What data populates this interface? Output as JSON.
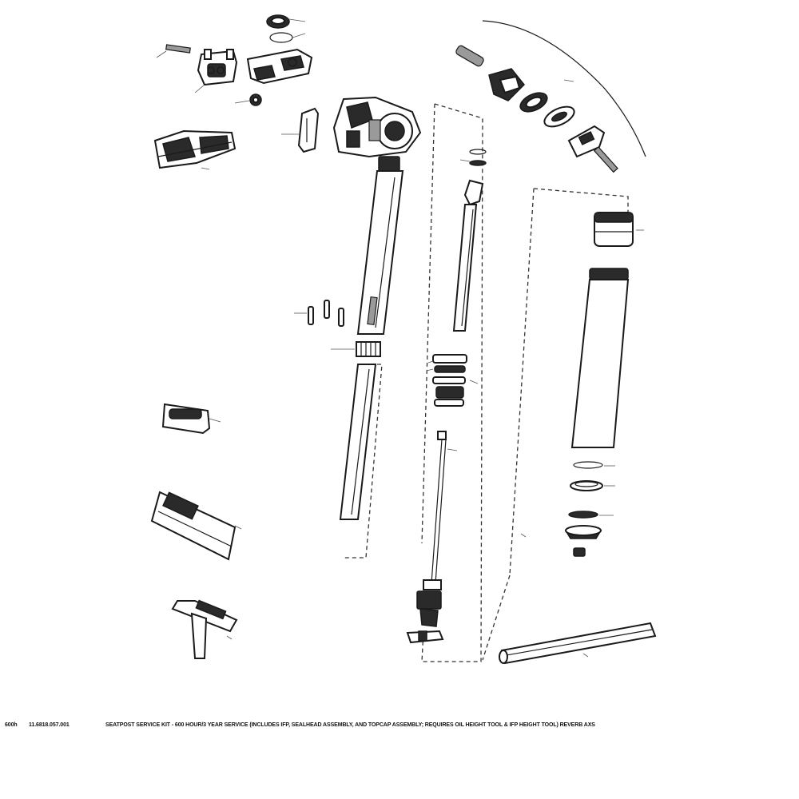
{
  "footer": {
    "index": "600h",
    "part_number": "11.6818.057.001",
    "description": "SEATPOST SERVICE KIT - 600 HOUR/3 YEAR SERVICE (INCLUDES IFP, SEALHEAD ASSEMBLY, AND TOPCAP ASSEMBLY; REQUIRES OIL HEIGHT TOOL & IFP HEIGHT TOOL) REVERB AXS"
  }
}
